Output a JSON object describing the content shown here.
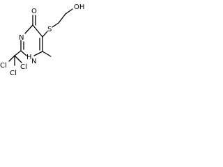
{
  "atoms": {
    "hydroxyl": "OH",
    "sulfur": "S",
    "carbonyl_oxygen": "O",
    "ring_nitrogen": "N",
    "ring_nh": "H",
    "ring_nh_n": "N",
    "chlorine_1": "Cl",
    "chlorine_2": "Cl",
    "chlorine_3": "Cl"
  }
}
